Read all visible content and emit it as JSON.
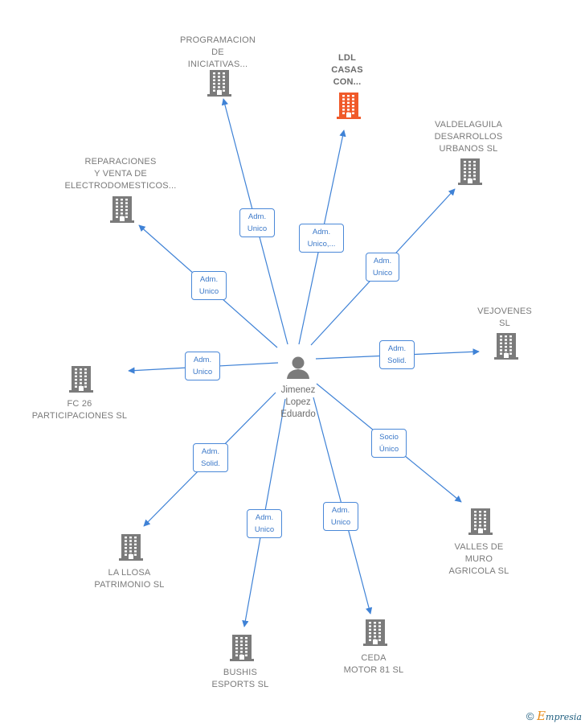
{
  "center": {
    "name": "Jimenez\nLopez\nEduardo"
  },
  "companies": [
    {
      "id": "programacion",
      "label": "PROGRAMACION\nDE\nINICIATIVAS...",
      "color": "#7b7b7b",
      "highlight": false
    },
    {
      "id": "ldl",
      "label": "LDL\nCASAS\nCON...",
      "color": "#f05a2a",
      "highlight": true
    },
    {
      "id": "valdelaguila",
      "label": "VALDELAGUILA\nDESARROLLOS\nURBANOS SL",
      "color": "#7b7b7b",
      "highlight": false
    },
    {
      "id": "reparaciones",
      "label": "REPARACIONES\nY VENTA DE\nELECTRODOMESTICOS...",
      "color": "#7b7b7b",
      "highlight": false
    },
    {
      "id": "vejovenes",
      "label": "VEJOVENES\nSL",
      "color": "#7b7b7b",
      "highlight": false
    },
    {
      "id": "fc26",
      "label": "FC 26\nPARTICIPACIONES SL",
      "color": "#7b7b7b",
      "highlight": false
    },
    {
      "id": "lallosa",
      "label": "LA LLOSA\nPATRIMONIO SL",
      "color": "#7b7b7b",
      "highlight": false
    },
    {
      "id": "bushis",
      "label": "BUSHIS\nESPORTS  SL",
      "color": "#7b7b7b",
      "highlight": false
    },
    {
      "id": "ceda",
      "label": "CEDA\nMOTOR 81 SL",
      "color": "#7b7b7b",
      "highlight": false
    },
    {
      "id": "valles",
      "label": "VALLES DE\nMURO\nAGRICOLA  SL",
      "color": "#7b7b7b",
      "highlight": false
    }
  ],
  "edges": [
    {
      "to": "programacion",
      "label": "Adm.\nUnico"
    },
    {
      "to": "ldl",
      "label": "Adm.\nUnico,..."
    },
    {
      "to": "valdelaguila",
      "label": "Adm.\nUnico"
    },
    {
      "to": "reparaciones",
      "label": "Adm.\nUnico"
    },
    {
      "to": "vejovenes",
      "label": "Adm.\nSolid."
    },
    {
      "to": "fc26",
      "label": "Adm.\nUnico"
    },
    {
      "to": "lallosa",
      "label": "Adm.\nSolid."
    },
    {
      "to": "bushis",
      "label": "Adm.\nUnico"
    },
    {
      "to": "ceda",
      "label": "Adm.\nUnico"
    },
    {
      "to": "valles",
      "label": "Socio\nÚnico"
    }
  ],
  "colors": {
    "edge": "#3f82d6",
    "person": "#7b7b7b"
  },
  "footer": {
    "copyright": "©",
    "brand_initial": "E",
    "brand_rest": "mpresia"
  }
}
